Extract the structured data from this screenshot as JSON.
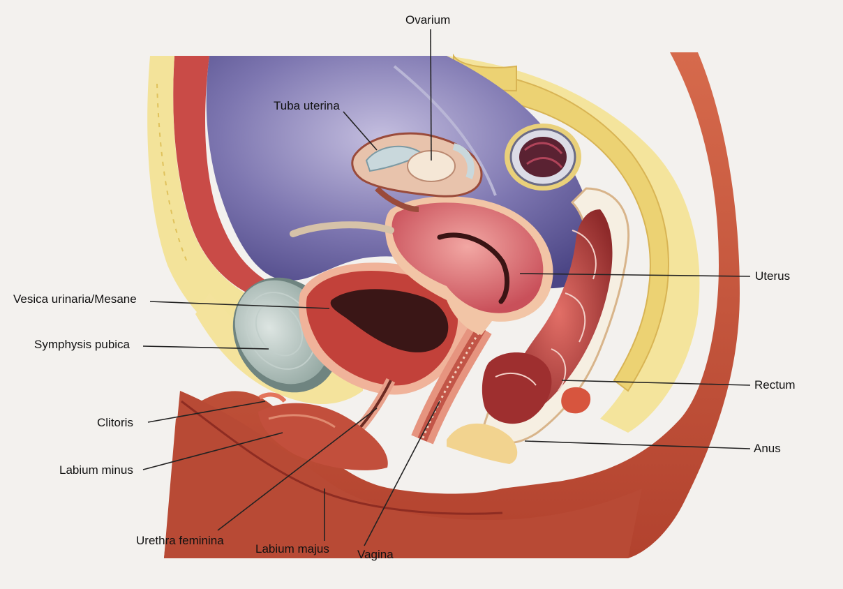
{
  "labels": {
    "ovarium": "Ovarium",
    "tuba_uterina": "Tuba uterina",
    "uterus": "Uterus",
    "vesica_urinaria": "Vesica urinaria/Mesane",
    "symphysis_pubica": "Symphysis pubica",
    "rectum": "Rectum",
    "clitoris": "Clitoris",
    "anus": "Anus",
    "labium_minus": "Labium minus",
    "urethra_feminina": "Urethra feminina",
    "labium_majus": "Labium majus",
    "vagina": "Vagina"
  },
  "colors": {
    "skin": "#c9523c",
    "skin_dark": "#9e3324",
    "peritoneal_cavity": "#6f68a3",
    "fat": "#f3e39a",
    "bone": "#efd77a",
    "uterus": "#d9707a",
    "bladder": "#b83a36",
    "rectum": "#b4413f",
    "pubic_bone": "#9fb3ad",
    "leader": "#222222"
  }
}
